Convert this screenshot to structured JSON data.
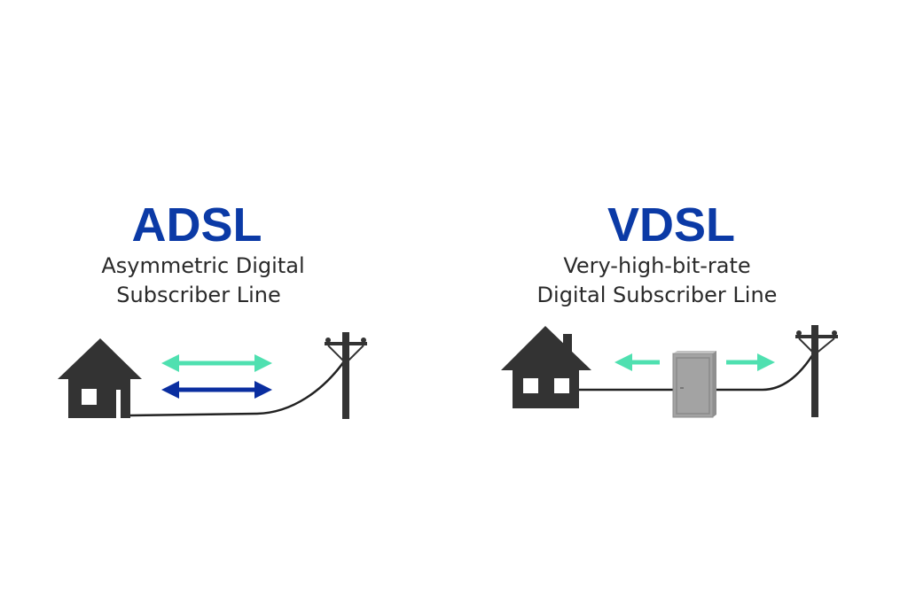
{
  "adsl": {
    "title": "ADSL",
    "subtitle_line1": "Asymmetric Digital",
    "subtitle_line2": "Subscriber Line"
  },
  "vdsl": {
    "title": "VDSL",
    "subtitle_line1": "Very-high-bit-rate",
    "subtitle_line2": "Digital Subscriber Line"
  },
  "colors": {
    "title": "#0b3aa6",
    "teal_arrow": "#4fe0b0",
    "blue_arrow": "#0a2ea0",
    "house": "#333333",
    "cabinet": "#a3a3a3"
  }
}
